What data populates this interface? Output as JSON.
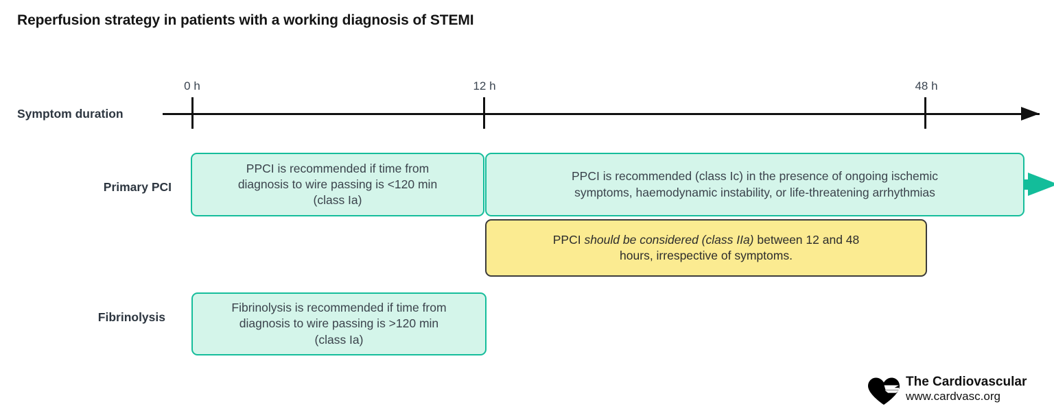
{
  "title": "Reperfusion strategy in patients with a working diagnosis of STEMI",
  "colors": {
    "teal_fill": "#d4f5ea",
    "teal_border": "#15bd9b",
    "teal_arrow": "#13bd9a",
    "yellow_fill": "#fbeb91",
    "yellow_border": "#3b3b3b",
    "axis": "#111111",
    "label_text": "#2d3640",
    "body_text": "#3b434c"
  },
  "axis": {
    "label": "Symptom duration",
    "ticks": [
      {
        "label": "0 h",
        "x": 280
      },
      {
        "label": "12 h",
        "x": 705
      },
      {
        "label": "48 h",
        "x": 1348
      }
    ]
  },
  "rows": [
    {
      "id": "primary-pci",
      "label": "Primary PCI"
    },
    {
      "id": "fibrinolysis",
      "label": "Fibrinolysis"
    }
  ],
  "boxes": {
    "ppci_early": {
      "line1": "PPCI is recommended if time from",
      "line2": "diagnosis to wire passing is <120 min",
      "line3": "(class Ia)"
    },
    "ppci_ongoing": {
      "line1": "PPCI is recommended (class Ic) in the presence of ongoing ischemic",
      "line2": "symptoms, haemodynamic instability, or life-threatening arrhythmias"
    },
    "ppci_considered": {
      "pre": "PPCI ",
      "italic": "should be considered (class IIa)",
      "post": " between 12 and 48",
      "line2": "hours, irrespective of symptoms."
    },
    "fibrinolysis_box": {
      "line1": "Fibrinolysis is recommended if time from",
      "line2": "diagnosis to wire passing is >120 min",
      "line3": "(class Ia)"
    }
  },
  "logo": {
    "name": "The Cardiovascular",
    "url": "www.cardvasc.org"
  },
  "chart_data": {
    "type": "timeline",
    "title": "Reperfusion strategy in patients with a working diagnosis of STEMI",
    "xlabel": "Symptom duration",
    "x_ticks": [
      "0 h",
      "12 h",
      "48 h"
    ],
    "x_tick_values": [
      0,
      12,
      48
    ],
    "xlim": [
      0,
      60
    ],
    "grid": false,
    "legend": "none",
    "tracks": [
      {
        "name": "Primary PCI",
        "bars": [
          {
            "label": "PPCI is recommended if time from diagnosis to wire passing is <120 min (class Ia)",
            "start_h": 0,
            "end_h": 12,
            "class": "Ia",
            "color": "#d4f5ea",
            "border": "#15bd9b"
          },
          {
            "label": "PPCI is recommended (class Ic) in the presence of ongoing ischemic symptoms, haemodynamic instability, or life-threatening arrhythmias",
            "start_h": 12,
            "end_h": 60,
            "open_ended": true,
            "class": "Ic",
            "color": "#d4f5ea",
            "border": "#15bd9b"
          },
          {
            "label": "PPCI should be considered (class IIa) between 12 and 48 hours, irrespective of symptoms.",
            "start_h": 12,
            "end_h": 48,
            "class": "IIa",
            "color": "#fbeb91",
            "border": "#3b3b3b"
          }
        ]
      },
      {
        "name": "Fibrinolysis",
        "bars": [
          {
            "label": "Fibrinolysis is recommended if time from diagnosis to wire passing is >120 min (class Ia)",
            "start_h": 0,
            "end_h": 12,
            "class": "Ia",
            "color": "#d4f5ea",
            "border": "#15bd9b"
          }
        ]
      }
    ]
  }
}
